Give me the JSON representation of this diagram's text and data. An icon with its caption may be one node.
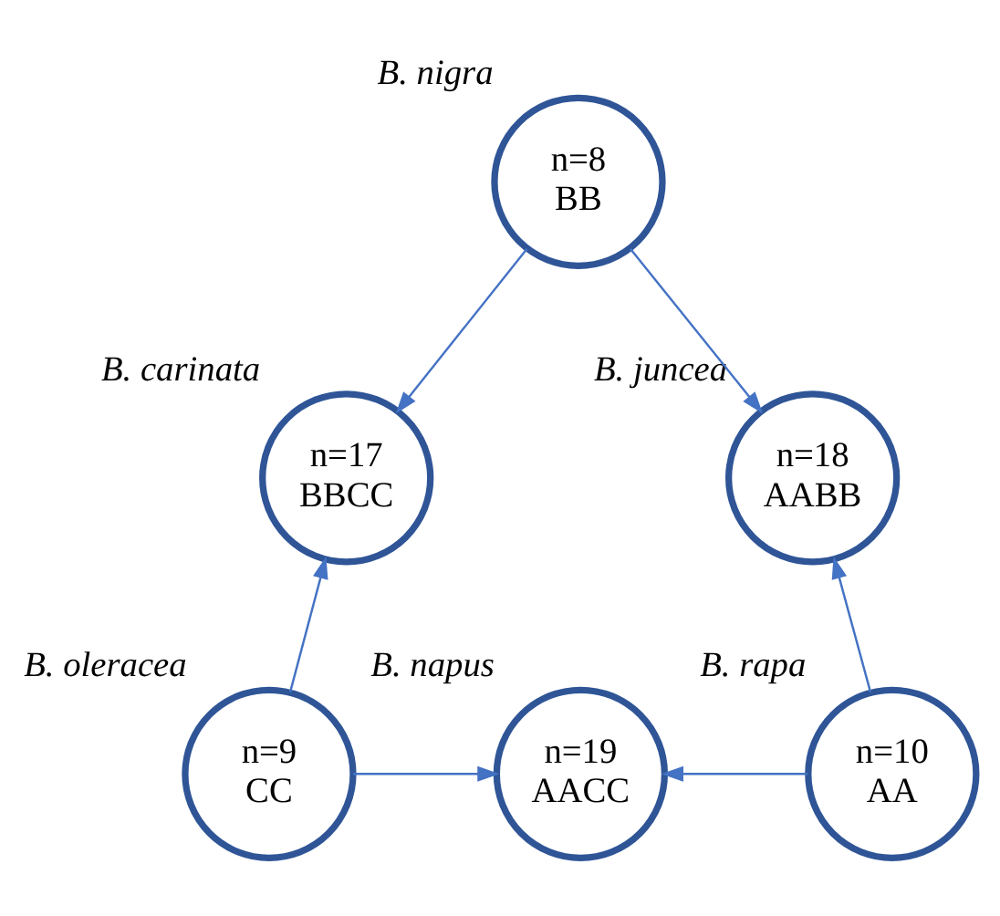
{
  "diagram": {
    "nodes": [
      {
        "text": [
          "n=8",
          "BB"
        ],
        "beside": [
          "B. nigra"
        ]
      },
      {
        "text": [
          "n=17",
          "BBCC"
        ],
        "beside": [
          "B. carinata"
        ]
      },
      {
        "text": [
          "n=18",
          "AABB"
        ],
        "beside": [
          "B. juncea"
        ]
      },
      {
        "text": [
          "n=9",
          "CC"
        ],
        "beside": [
          "B. oleracea"
        ]
      },
      {
        "text": [
          "n=19",
          "AACC"
        ],
        "beside": [
          "B. napus"
        ]
      },
      {
        "text": [
          "n=10",
          "AA"
        ],
        "beside": [
          "B. rapa"
        ]
      }
    ],
    "edges": [
      {
        "from": 0,
        "to": 1,
        "arrow": "to"
      },
      {
        "from": 0,
        "to": 2,
        "arrow": "to"
      },
      {
        "from": 3,
        "to": 1,
        "arrow": "to"
      },
      {
        "from": 3,
        "to": 4,
        "arrow": "to"
      },
      {
        "from": 5,
        "to": 4,
        "arrow": "to"
      },
      {
        "from": 5,
        "to": 2,
        "arrow": "to"
      }
    ]
  }
}
